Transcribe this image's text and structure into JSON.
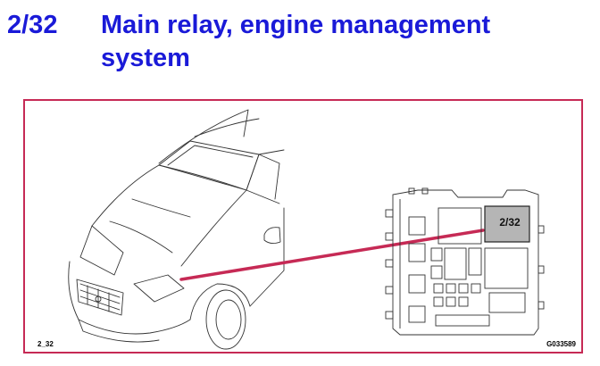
{
  "heading": {
    "code": "2/32",
    "title": "Main relay, engine management system"
  },
  "diagram": {
    "relay_label": "2/32",
    "corner_left": "2_32",
    "corner_right": "G033589",
    "colors": {
      "heading": "#1a1ad8",
      "frame": "#c62a55",
      "pointer": "#c62a55",
      "highlight": "#b5b5b5"
    }
  }
}
